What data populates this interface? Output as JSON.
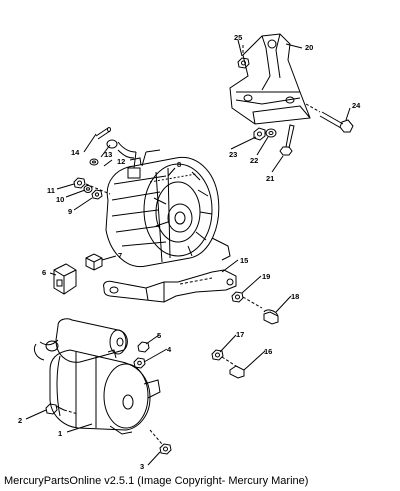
{
  "diagram": {
    "callouts": {
      "c1": "1",
      "c2": "2",
      "c3": "3",
      "c4": "4",
      "c5": "5",
      "c6": "6",
      "c7": "7",
      "c8": "8",
      "c9": "9",
      "c10": "10",
      "c11": "11",
      "c12": "12",
      "c13": "13",
      "c14": "14",
      "c15": "15",
      "c16": "16",
      "c17": "17",
      "c18": "18",
      "c19": "19",
      "c20": "20",
      "c21": "21",
      "c22": "22",
      "c23": "23",
      "c24": "24",
      "c25": "25"
    },
    "parts": [
      "starter-motor",
      "alternator",
      "alternator-mounting-bracket",
      "adjusting-brace",
      "voltage-regulator",
      "spacer"
    ]
  },
  "footer": {
    "caption": "MercuryPartsOnline v2.5.1 (Image Copyright- Mercury Marine)"
  }
}
